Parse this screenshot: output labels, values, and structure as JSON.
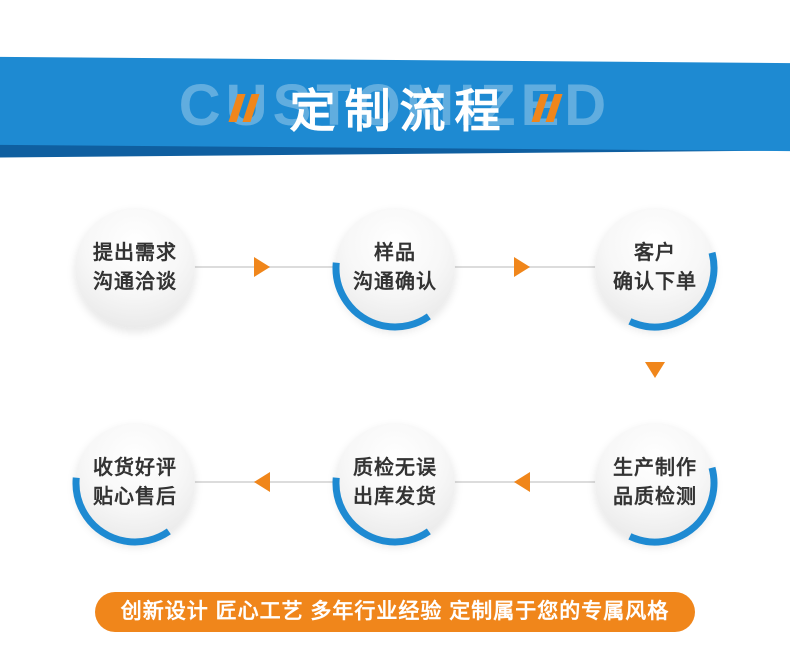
{
  "banner": {
    "background_word": "CUSTOMIZED",
    "title": "定制流程"
  },
  "steps": [
    {
      "line1": "提出需求",
      "line2": "沟通洽谈"
    },
    {
      "line1": "样品",
      "line2": "沟通确认"
    },
    {
      "line1": "客户",
      "line2": "确认下单"
    },
    {
      "line1": "收货好评",
      "line2": "贴心售后"
    },
    {
      "line1": "质检无误",
      "line2": "出库发货"
    },
    {
      "line1": "生产制作",
      "line2": "品质检测"
    }
  ],
  "footer": {
    "text": "创新设计 匠心工艺 多年行业经验 定制属于您的专属风格"
  },
  "colors": {
    "band_blue": "#1e8ad2",
    "band_dark_blue": "#0f5fa0",
    "accent_orange": "#f0861b",
    "arc_blue": "#1e8ad2",
    "step_text": "#333333"
  }
}
